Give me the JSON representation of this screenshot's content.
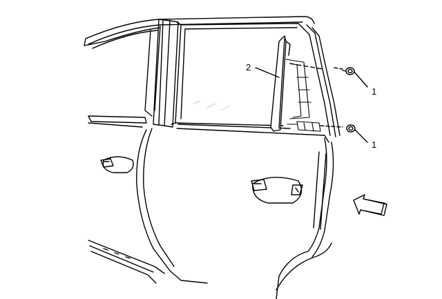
{
  "callouts": {
    "part_2": "2",
    "part_1_upper": "1",
    "part_1_lower": "1"
  },
  "colors": {
    "line": "#000000",
    "background": "#ffffff",
    "arrow_fill": "#ffffff"
  },
  "icons": {
    "direction_arrow": "view-direction-arrow-icon",
    "fastener": "push-pin-fastener-icon"
  }
}
